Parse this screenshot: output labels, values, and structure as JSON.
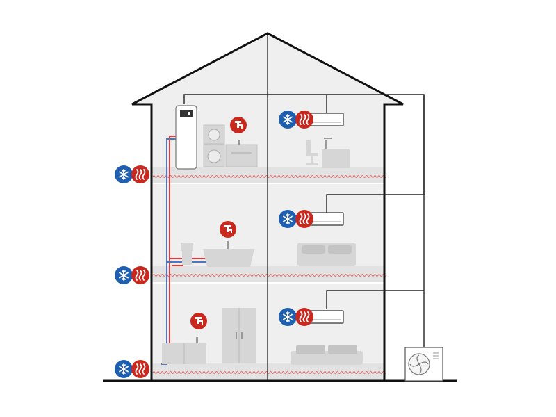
{
  "colors": {
    "wall": "#111111",
    "interior": "#efefef",
    "floor_slab": "#e2e2e2",
    "furniture": "#d6d6d6",
    "furniture_dark": "#c4c4c4",
    "pipe": "#222222",
    "hot_pipe": "#e03a3a",
    "cold_pipe": "#4a78c4",
    "cooling_badge": "#1f5fb0",
    "heating_badge": "#c8281e",
    "underfloor_heating": "#e06a6a",
    "tap_badge": "#c8281e"
  },
  "icons": {
    "cooling": "snowflake-icon",
    "heating": "heat-waves-icon",
    "hot_water_tap": "tap-icon",
    "outdoor_unit_fan": "fan-icon"
  },
  "floors": [
    {
      "name": "top",
      "left_room": [
        "hot-water-cylinder",
        "washing-machine-stack",
        "sink-counter",
        "hot-water-tap"
      ],
      "right_room": [
        "wall-air-conditioner",
        "office-chair",
        "desk-with-monitor"
      ],
      "underfloor_heating": true
    },
    {
      "name": "middle",
      "left_room": [
        "toilet",
        "bathtub",
        "hot-water-tap"
      ],
      "right_room": [
        "wall-air-conditioner",
        "bed"
      ],
      "underfloor_heating": true
    },
    {
      "name": "ground",
      "left_room": [
        "kitchen-counter",
        "refrigerator",
        "hot-water-tap"
      ],
      "right_room": [
        "wall-air-conditioner",
        "sofa"
      ],
      "underfloor_heating": true
    }
  ],
  "outdoor_unit": "heat-pump-outdoor-unit"
}
